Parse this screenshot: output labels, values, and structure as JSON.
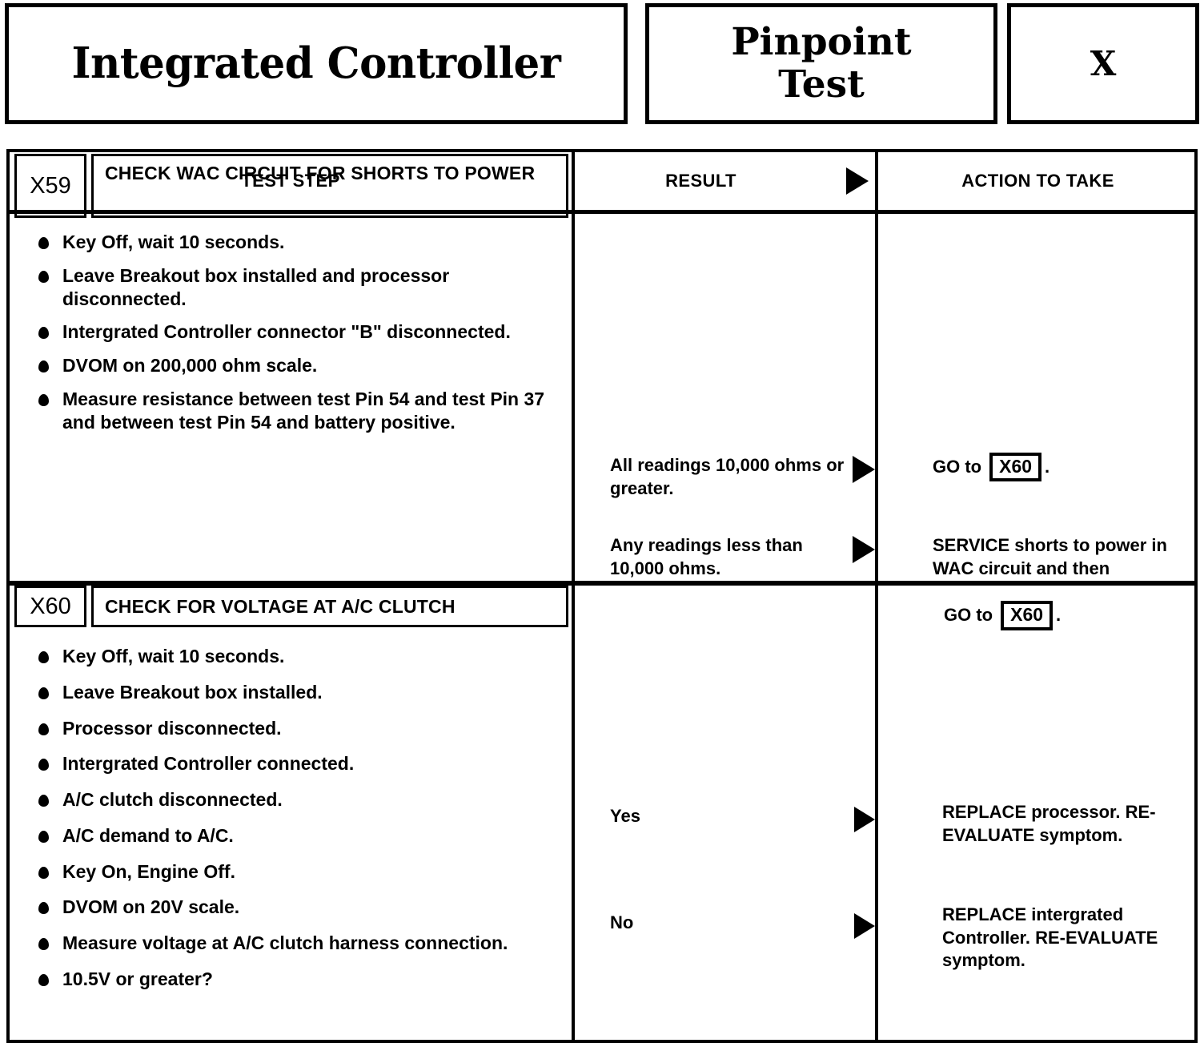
{
  "header": {
    "title": "Integrated Controller",
    "pinpoint_line1": "Pinpoint",
    "pinpoint_line2": "Test",
    "letter": "X"
  },
  "columns": {
    "test_step": "TEST STEP",
    "result": "RESULT",
    "action": "ACTION TO TAKE",
    "result_arrow_icon": "triangle-right-icon"
  },
  "steps": [
    {
      "code": "X59",
      "title": "CHECK WAC CIRCUIT FOR SHORTS TO POWER",
      "bullets": [
        "Key Off, wait 10 seconds.",
        "Leave Breakout box installed and processor disconnected.",
        "Intergrated Controller connector \"B\" disconnected.",
        "DVOM on 200,000 ohm scale.",
        "Measure resistance between test Pin 54 and test Pin 37 and between test Pin 54 and battery positive."
      ],
      "results": [
        "All readings 10,000 ohms or greater.",
        "Any readings less than 10,000 ohms."
      ],
      "actions": [
        {
          "lead": "GO to",
          "code_ref": "X60",
          "trailing": "."
        },
        {
          "text": "SERVICE shorts to power in WAC circuit and then",
          "lead": "GO to",
          "code_ref": "X60",
          "trailing": "."
        }
      ]
    },
    {
      "code": "X60",
      "title": "CHECK FOR VOLTAGE AT A/C CLUTCH",
      "bullets": [
        "Key Off, wait 10 seconds.",
        "Leave Breakout box installed.",
        "Processor disconnected.",
        "Intergrated Controller connected.",
        "A/C clutch disconnected.",
        "A/C demand to A/C.",
        "Key On, Engine Off.",
        "DVOM on 20V scale.",
        "Measure voltage at A/C clutch harness connection.",
        "10.5V or greater?"
      ],
      "results": [
        "Yes",
        "No"
      ],
      "actions": [
        {
          "text": "REPLACE processor. RE-EVALUATE symptom."
        },
        {
          "text": "REPLACE intergrated Controller. RE-EVALUATE symptom."
        }
      ]
    }
  ]
}
